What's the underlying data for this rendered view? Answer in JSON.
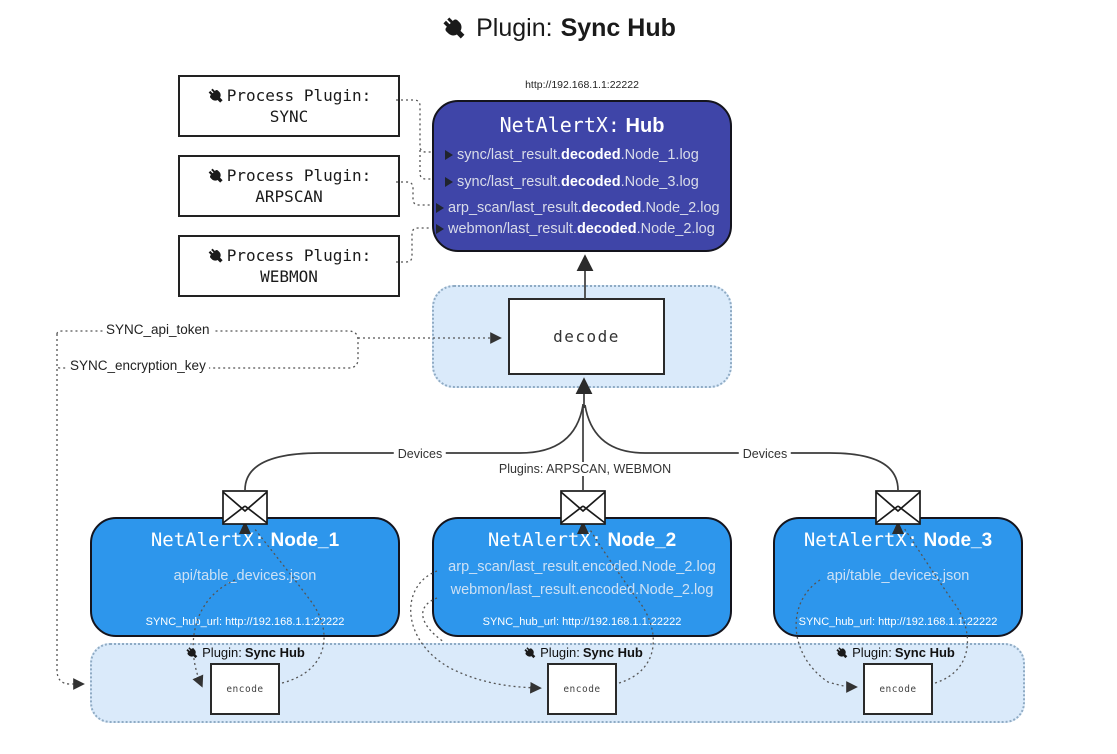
{
  "title": {
    "label": "Plugin:",
    "name": "Sync Hub"
  },
  "colors": {
    "hub-fill": "#3f45a8",
    "node-fill": "#2d96ec",
    "panel-fill": "#daeafa",
    "panel-border": "#8fabc4"
  },
  "hub": {
    "url": "http://192.168.1.1:22222",
    "title_label": "NetAlertX:",
    "title_name": "Hub",
    "lines": [
      {
        "pre": "sync/last_result.",
        "bold": "decoded",
        "post": ".Node_1.log"
      },
      {
        "pre": "sync/last_result.",
        "bold": "decoded",
        "post": ".Node_3.log"
      },
      {
        "pre": "arp_scan/last_result.",
        "bold": "decoded",
        "post": ".Node_2.log"
      },
      {
        "pre": "webmon/last_result.",
        "bold": "decoded",
        "post": ".Node_2.log"
      }
    ]
  },
  "process_plugins": [
    {
      "label": "Process Plugin:",
      "name": "SYNC"
    },
    {
      "label": "Process Plugin:",
      "name": "ARPSCAN"
    },
    {
      "label": "Process Plugin:",
      "name": "WEBMON"
    }
  ],
  "decode": {
    "label": "decode"
  },
  "settings": {
    "api_token": "SYNC_api_token",
    "encryption_key": "SYNC_encryption_key"
  },
  "edges": {
    "devices_left": "Devices",
    "devices_right": "Devices",
    "plugins_mid": "Plugins: ARPSCAN, WEBMON"
  },
  "nodes": [
    {
      "title_label": "NetAlertX:",
      "title_name": "Node_1",
      "line1": "api/table_devices.json",
      "hub_url": "SYNC_hub_url: http://192.168.1.1:22222"
    },
    {
      "title_label": "NetAlertX:",
      "title_name": "Node_2",
      "line1": "arp_scan/last_result.encoded.Node_2.log",
      "line2": "webmon/last_result.encoded.Node_2.log",
      "hub_url": "SYNC_hub_url: http://192.168.1.1:22222"
    },
    {
      "title_label": "NetAlertX:",
      "title_name": "Node_3",
      "line1": "api/table_devices.json",
      "hub_url": "SYNC_hub_url: http://192.168.1.1:22222"
    }
  ],
  "encode": {
    "label": "encode",
    "plugin_label": "Plugin:",
    "plugin_name": "Sync Hub"
  }
}
